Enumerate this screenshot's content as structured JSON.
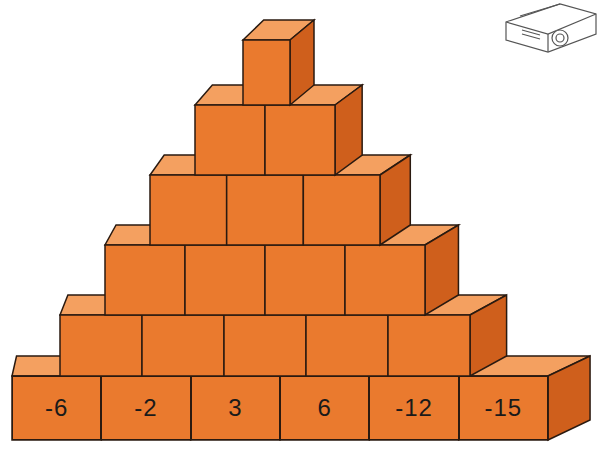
{
  "diagram": {
    "nodes": [
      {
        "text": [
          "-6"
        ]
      },
      {
        "text": [
          "-2"
        ]
      },
      {
        "text": [
          "3"
        ]
      },
      {
        "text": [
          "6"
        ]
      },
      {
        "text": [
          "-12"
        ]
      },
      {
        "text": [
          "-15"
        ]
      }
    ]
  }
}
